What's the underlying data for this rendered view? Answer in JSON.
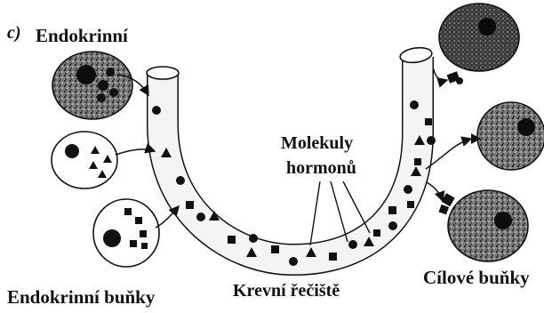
{
  "figure": {
    "panel_letter": "c)",
    "title": "Endokrinní"
  },
  "labels": {
    "hormone_molecules_line1": "Molekuly",
    "hormone_molecules_line2": "hormonů",
    "endocrine_cells": "Endokrinní buňky",
    "bloodstream": "Krevní řečiště",
    "target_cells": "Cílové buňky"
  },
  "colors": {
    "ink": "#111111",
    "cell_texture_dark": "#3a3a3a",
    "cell_texture_light": "#9a9a9a",
    "vessel_fill": "#f4f4f4"
  }
}
